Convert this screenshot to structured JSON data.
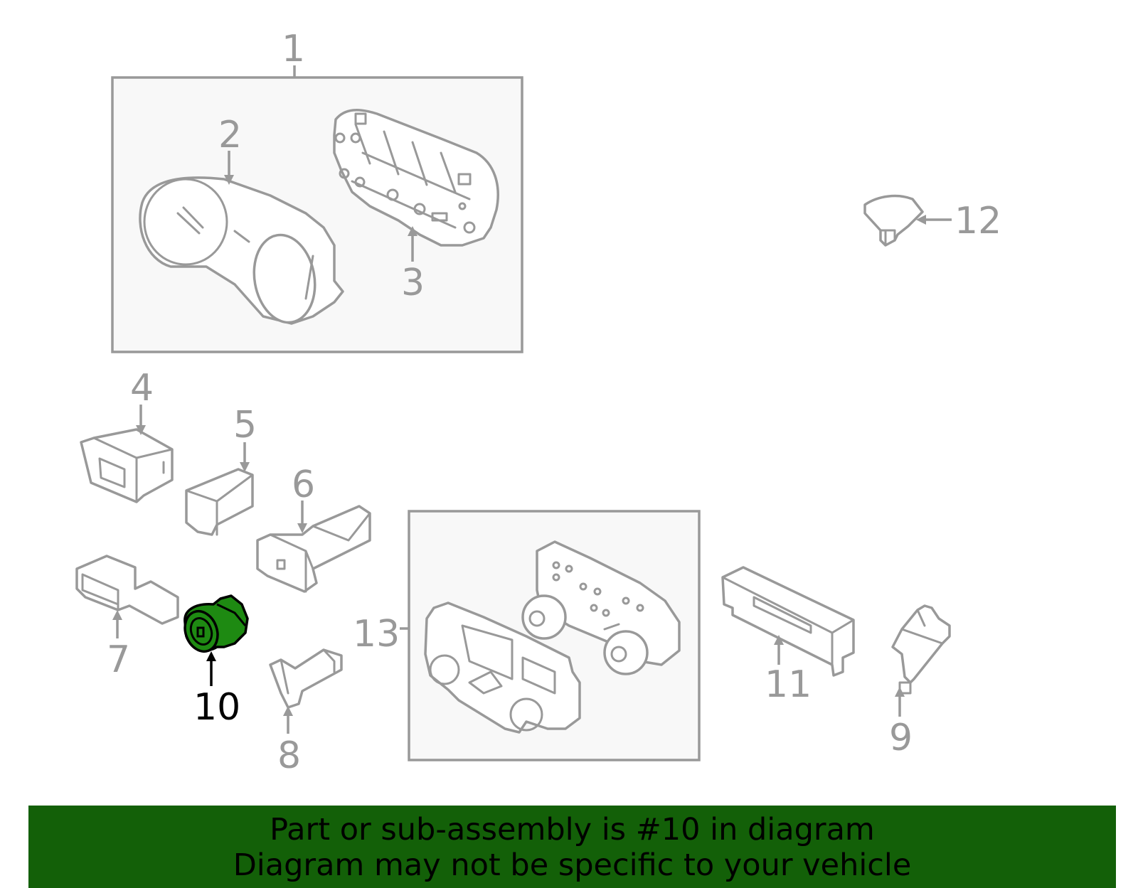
{
  "callouts": {
    "c1": "1",
    "c2": "2",
    "c3": "3",
    "c4": "4",
    "c5": "5",
    "c6": "6",
    "c7": "7",
    "c8": "8",
    "c9": "9",
    "c10": "10",
    "c11": "11",
    "c12": "12",
    "c13": "13"
  },
  "highlight": {
    "part": "10",
    "color": "#1e8a12"
  },
  "banner": {
    "line1": "Part or sub-assembly is #10 in diagram",
    "line2": "Diagram may not be specific to your vehicle",
    "background": "#136008"
  }
}
